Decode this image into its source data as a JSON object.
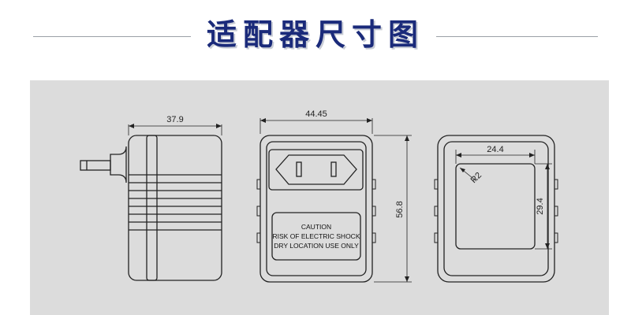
{
  "header": {
    "title": "适配器尺寸图"
  },
  "drawing": {
    "side_view": {
      "width_label": "37.9"
    },
    "front_view": {
      "width_label": "44.45",
      "height_label": "56.8",
      "caution_lines": [
        "CAUTION",
        "RISK OF ELECTRIC SHOCK",
        "DRY LOCATION USE ONLY"
      ]
    },
    "back_view": {
      "width_label": "24.4",
      "height_label": "29.4",
      "radius_label": "R2"
    }
  },
  "colors": {
    "title": "#1a2a7a",
    "panel_background": "#dcdcdc",
    "line": "#222222"
  }
}
